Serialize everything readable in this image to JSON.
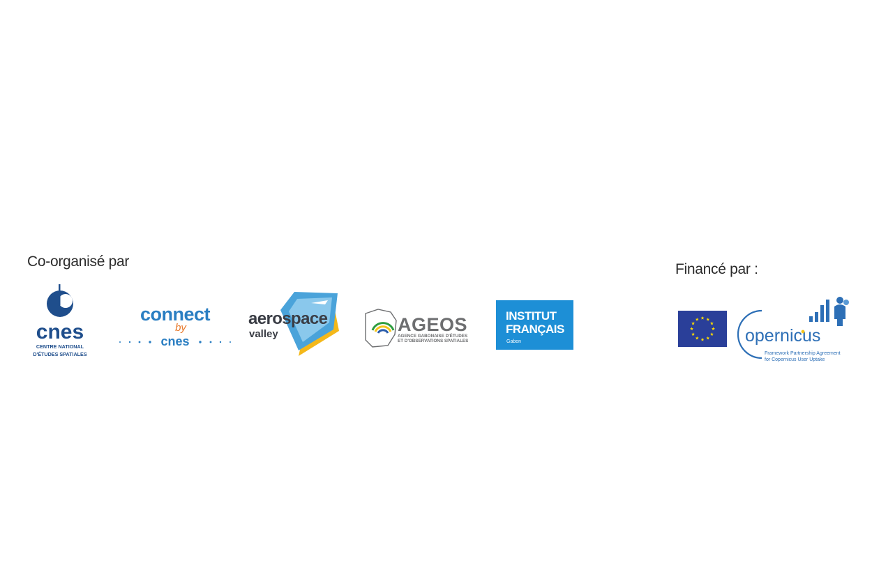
{
  "co_organise": {
    "heading": "Co-organisé par",
    "logos": {
      "cnes": {
        "wordmark": "cnes",
        "line1": "CENTRE NATIONAL",
        "line2": "D'ÉTUDES SPATIALES"
      },
      "connect_by_cnes": {
        "part1": "connect",
        "part2": "by",
        "part3": "cnes"
      },
      "aerospace_valley": {
        "line1": "aerospace",
        "line2": "valley"
      },
      "ageos": {
        "wordmark": "AGEOS",
        "line1": "AGENCE GABONAISE D'ÉTUDES",
        "line2": "ET D'OBSERVATIONS SPATIALES"
      },
      "institut_francais": {
        "line1": "INSTITUT",
        "line2": "FRANÇAIS",
        "line3": "Gabon"
      }
    }
  },
  "finance": {
    "heading": "Financé par :",
    "logos": {
      "eu_flag": {
        "icon": "eu-flag-icon"
      },
      "copernicus": {
        "wordmark": "opernicus",
        "line1": "Framework Partnership Agreement",
        "line2": "for Copernicus User Uptake"
      }
    }
  },
  "colors": {
    "cnes_blue": "#1f4e8c",
    "connect_orange": "#e8792b",
    "connect_blue": "#2a7ec2",
    "aero_gray": "#3a3d45",
    "aero_yellow": "#f4b81a",
    "ageos_gray": "#6d6e70",
    "if_blue": "#1d8fd6",
    "eu_blue": "#2a3f99",
    "eu_gold": "#ffdd00",
    "copernicus_blue": "#2d6fb6"
  }
}
